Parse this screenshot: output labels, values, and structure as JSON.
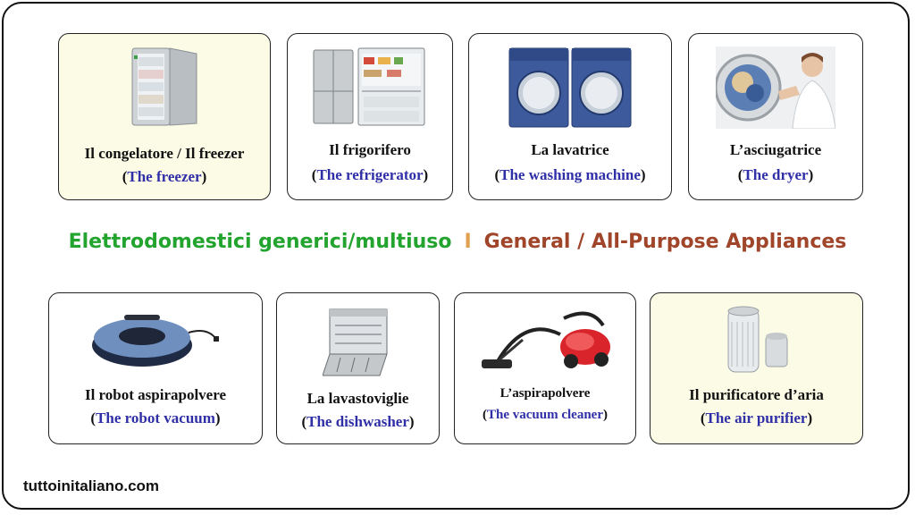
{
  "header": {
    "italian": "Elettrodomestici generici/multiuso",
    "separator": "I",
    "english": "General / All-Purpose Appliances"
  },
  "cards": [
    {
      "italian": "Il congelatore / Il freezer",
      "english": "The freezer",
      "icon": "freezer-icon"
    },
    {
      "italian": "Il frigorifero",
      "english": "The refrigerator",
      "icon": "refrigerator-icon"
    },
    {
      "italian": "La lavatrice",
      "english": "The washing machine",
      "icon": "washing-machine-icon"
    },
    {
      "italian": "L’asciugatrice",
      "english": "The dryer",
      "icon": "dryer-icon"
    },
    {
      "italian": "Il robot aspirapolvere",
      "english": "The robot vacuum",
      "icon": "robot-vacuum-icon"
    },
    {
      "italian": "La lavastoviglie",
      "english": "The dishwasher",
      "icon": "dishwasher-icon"
    },
    {
      "italian": "L’aspirapolvere",
      "english": "The vacuum cleaner",
      "icon": "vacuum-cleaner-icon"
    },
    {
      "italian": "Il purificatore d’aria",
      "english": "The air purifier",
      "icon": "air-purifier-icon"
    }
  ],
  "footer": {
    "site": "tuttoinitaliano.com"
  },
  "colors": {
    "italian_heading": "#23a42f",
    "english_heading": "#a0452a",
    "english_label": "#2f2fa8",
    "highlight_card": "#fbfbe6"
  }
}
